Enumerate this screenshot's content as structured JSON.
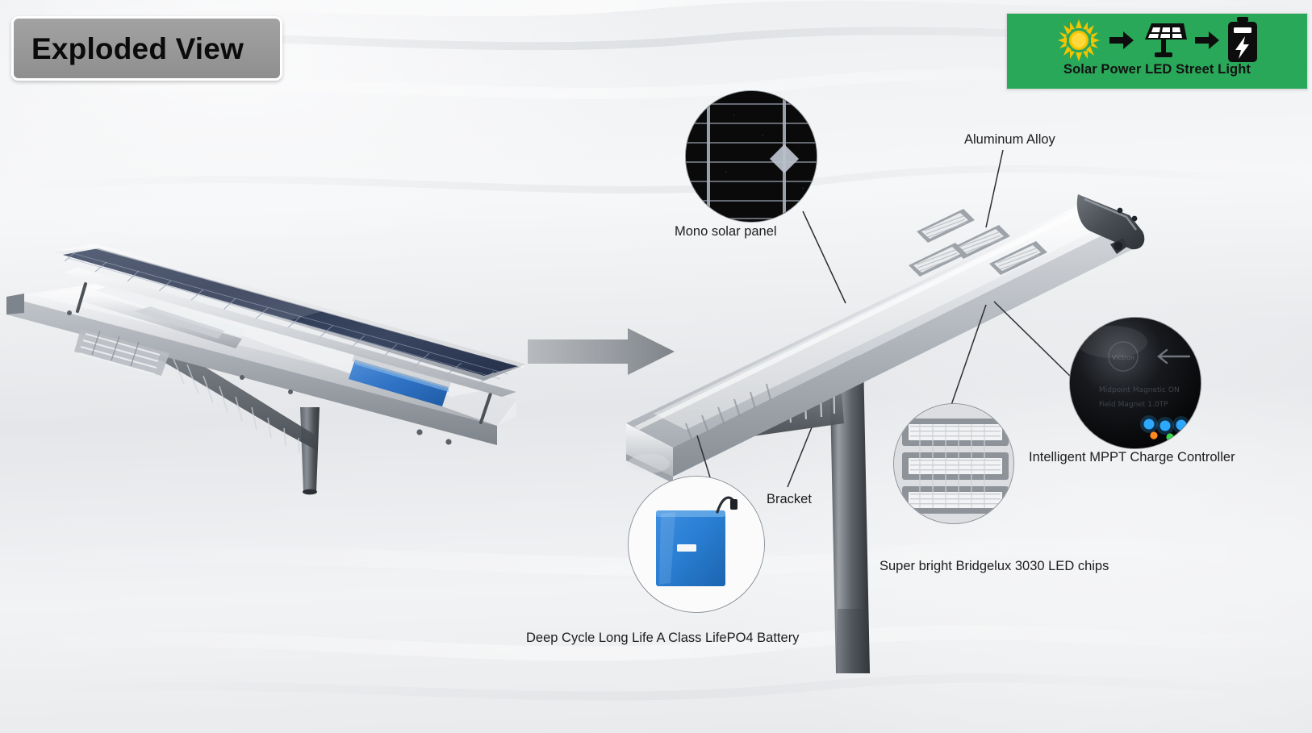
{
  "title_badge": {
    "text": "Exploded View"
  },
  "logo_banner": {
    "caption": "Solar Power LED Street Light",
    "background_color": "#2aa85a",
    "icons": [
      "sun-icon",
      "arrow-right-icon",
      "solar-panel-icon",
      "arrow-right-icon",
      "battery-charging-icon"
    ]
  },
  "callouts": [
    {
      "id": "mono-solar-panel",
      "label": "Mono solar panel"
    },
    {
      "id": "aluminum-alloy",
      "label": "Aluminum Alloy"
    },
    {
      "id": "mppt-controller",
      "label": "Intelligent MPPT Charge Controller"
    },
    {
      "id": "led-chips",
      "label": "Super bright Bridgelux 3030 LED chips"
    },
    {
      "id": "bracket",
      "label": "Bracket"
    },
    {
      "id": "battery",
      "label": "Deep Cycle Long Life A Class LifePO4 Battery"
    }
  ],
  "diagram": {
    "left_view_name": "exploded-assembly-render",
    "right_view_name": "assembled-street-light-render",
    "transition_arrow": "arrow-right-icon",
    "magnifiers": [
      {
        "id": "solar-cell-closeup",
        "detail": "monocrystalline cell busbar grid"
      },
      {
        "id": "mppt-closeup",
        "detail": "black controller disc with indicator LEDs"
      },
      {
        "id": "led-chip-closeup",
        "detail": "three LED chip modules"
      },
      {
        "id": "battery-closeup",
        "detail": "blue lithium battery pack"
      }
    ]
  },
  "colors": {
    "banner_green": "#2aa85a",
    "badge_gray": "#999999",
    "panel_blue": "#2f6fc0",
    "battery_blue": "#2a7fd4",
    "body_silver": "#c9ccd0",
    "text_dark": "#1d1d1d"
  }
}
